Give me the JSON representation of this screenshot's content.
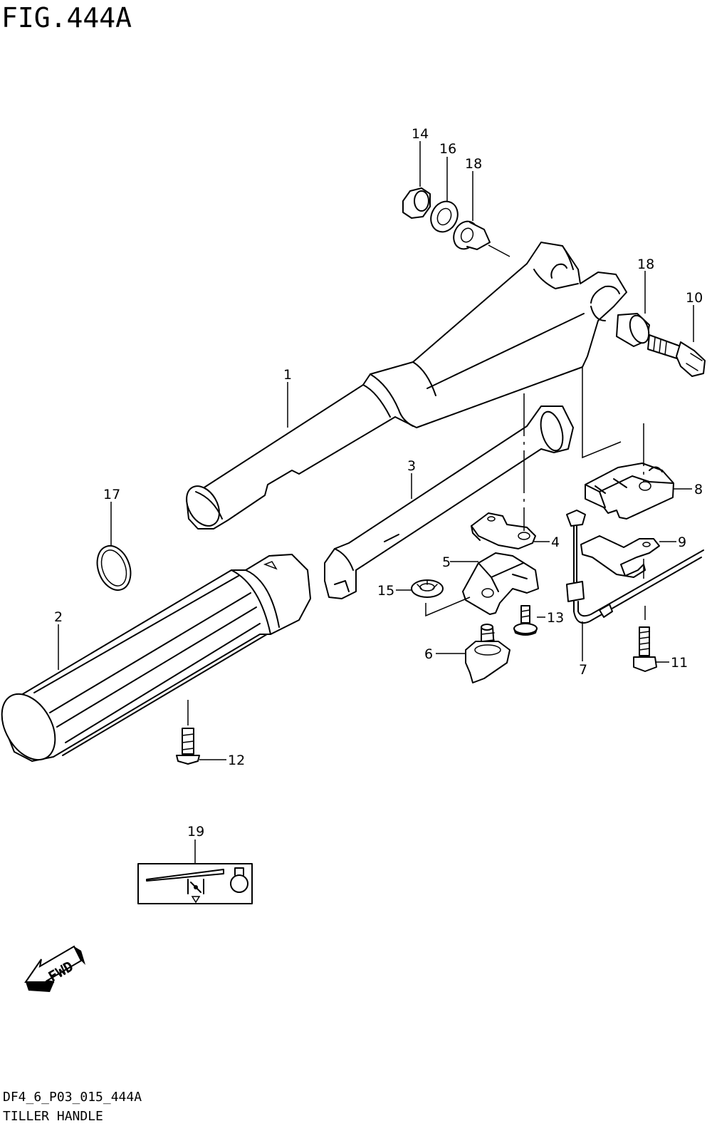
{
  "figure": {
    "title": "FIG.444A",
    "code": "DF4_6_P03_015_444A",
    "name": "TILLER HANDLE"
  },
  "fwd_arrow": {
    "label": "FWD"
  },
  "callouts": {
    "c1": "1",
    "c2": "2",
    "c3": "3",
    "c4": "4",
    "c5": "5",
    "c6": "6",
    "c7": "7",
    "c8": "8",
    "c9": "9",
    "c10": "10",
    "c11": "11",
    "c12": "12",
    "c13": "13",
    "c14": "14",
    "c15": "15",
    "c16": "16",
    "c17": "17",
    "c18a": "18",
    "c18b": "18",
    "c19": "19"
  },
  "parts": [
    {
      "ref": "1",
      "icon": "tiller-handle-icon"
    },
    {
      "ref": "2",
      "icon": "throttle-grip-icon"
    },
    {
      "ref": "3",
      "icon": "throttle-shaft-icon"
    },
    {
      "ref": "4",
      "icon": "plate-icon"
    },
    {
      "ref": "5",
      "icon": "bracket-icon"
    },
    {
      "ref": "6",
      "icon": "friction-knob-icon"
    },
    {
      "ref": "7",
      "icon": "cable-icon"
    },
    {
      "ref": "8",
      "icon": "guide-block-icon"
    },
    {
      "ref": "9",
      "icon": "cable-plate-icon"
    },
    {
      "ref": "10",
      "icon": "bolt-icon"
    },
    {
      "ref": "11",
      "icon": "bolt-icon"
    },
    {
      "ref": "12",
      "icon": "screw-icon"
    },
    {
      "ref": "13",
      "icon": "screw-icon"
    },
    {
      "ref": "14",
      "icon": "nut-icon"
    },
    {
      "ref": "15",
      "icon": "clip-washer-icon"
    },
    {
      "ref": "16",
      "icon": "washer-icon"
    },
    {
      "ref": "17",
      "icon": "o-ring-icon"
    },
    {
      "ref": "18",
      "icon": "bushing-icon"
    },
    {
      "ref": "19",
      "icon": "throttle-label-icon"
    }
  ]
}
